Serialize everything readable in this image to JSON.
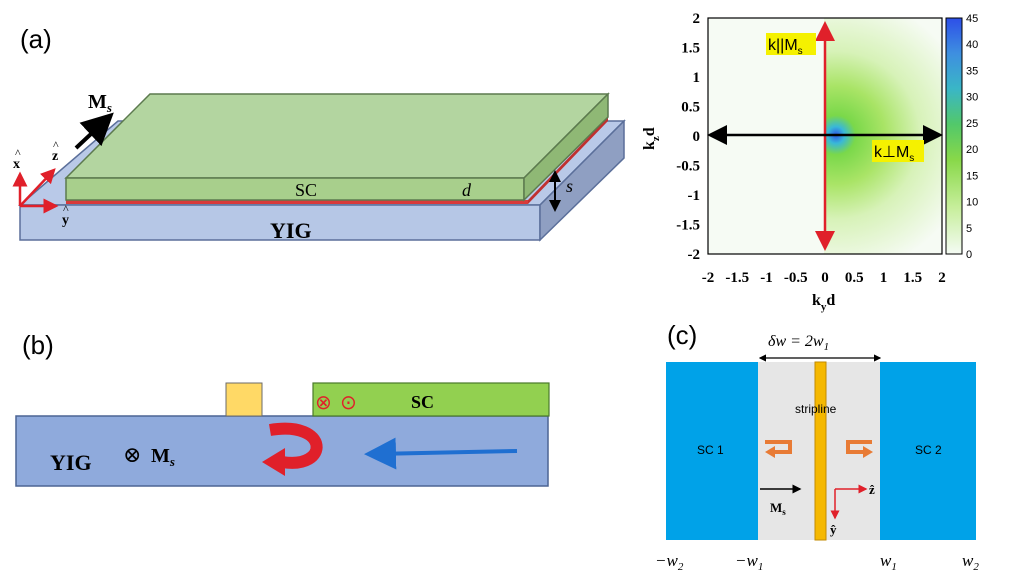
{
  "panel_a": {
    "label": "(a)",
    "magnetization": "M",
    "magnetization_sub": "s",
    "sc_label": "SC",
    "d_label": "d",
    "s_label": "s",
    "yig_label": "YIG",
    "axis_x": "x",
    "axis_z": "z",
    "axis_y": "y"
  },
  "panel_b": {
    "label": "(b)",
    "sc_label": "SC",
    "yig_label": "YIG",
    "otimes": "⊗",
    "odot": "⊙",
    "ms_main": "M",
    "ms_sub": "s"
  },
  "panel_c": {
    "label": "(c)",
    "delta_w": "δw = 2w",
    "delta_w_sub": "1",
    "stripline": "stripline",
    "sc1": "SC 1",
    "sc2": "SC 2",
    "ms_main": "M",
    "ms_sub": "s",
    "axis_z": "ẑ",
    "axis_y": "ŷ",
    "tick_neg_w2": "−w",
    "tick_neg_w2_sub": "2",
    "tick_neg_w1": "−w",
    "tick_neg_w1_sub": "1",
    "tick_w1": "w",
    "tick_w1_sub": "1",
    "tick_w2": "w",
    "tick_w2_sub": "2"
  },
  "chart_data": {
    "type": "heatmap",
    "x": {
      "ticks": [
        -2,
        -1.5,
        -1,
        -0.5,
        0,
        0.5,
        1,
        1.5,
        2
      ]
    },
    "y": {
      "ticks": [
        2,
        1.5,
        1,
        0.5,
        0,
        -0.5,
        -1,
        -1.5,
        -2
      ]
    },
    "xlabel": "k",
    "xlabel_sub": "y",
    "xlabel_tail": "d",
    "ylabel": "k",
    "ylabel_sub": "z",
    "ylabel_tail": "d",
    "xlim": [
      -2,
      2
    ],
    "ylim": [
      -2,
      2
    ],
    "colorbar": {
      "min": 0,
      "max": 45,
      "ticks": [
        45,
        40,
        35,
        30,
        25,
        20,
        15,
        10,
        5,
        0
      ]
    },
    "annotations": {
      "k_par": "k||M",
      "k_par_sub": "s",
      "k_perp": "k⊥M",
      "k_perp_sub": "s"
    },
    "colors": {
      "low": "#f4fbf4",
      "mid": "#9be05a",
      "high": "#2e57e6"
    }
  }
}
